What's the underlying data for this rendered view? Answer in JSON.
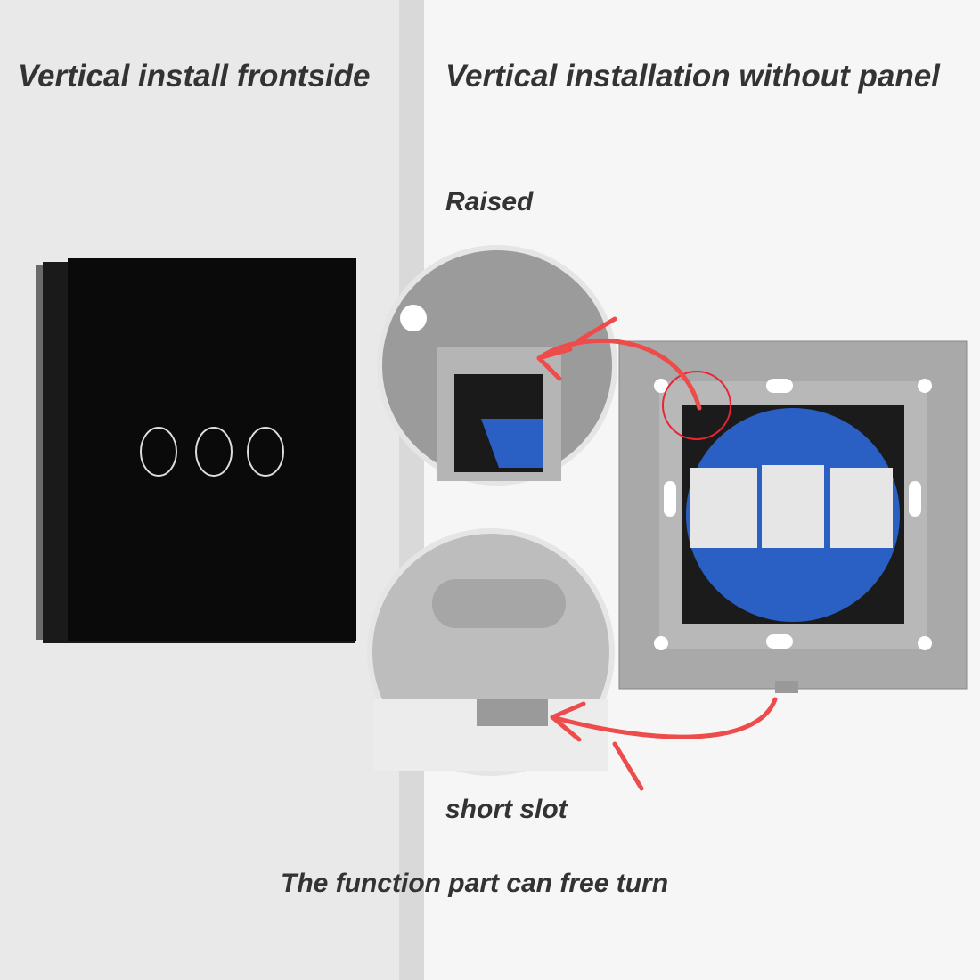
{
  "headings": {
    "left": "Vertical install frontside",
    "right": "Vertical installation without panel"
  },
  "labels": {
    "raised": "Raised",
    "short_slot": "short slot",
    "caption": "The function part can free turn"
  },
  "colors": {
    "panel": "#0b0b0b",
    "frame": "#a9a9a9",
    "pcb": "#2a5fc4",
    "arrow": "#ee4b4b"
  }
}
